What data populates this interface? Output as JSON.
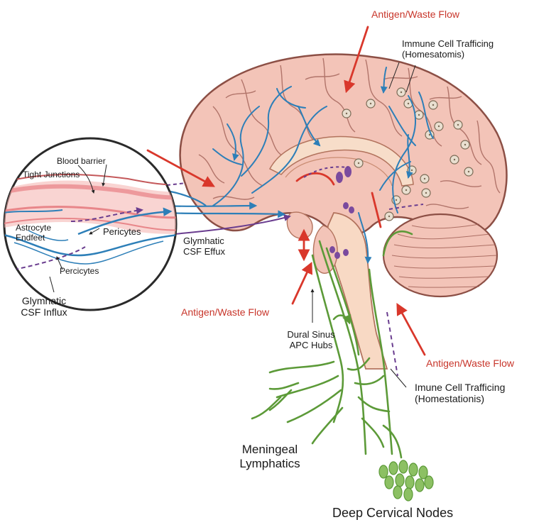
{
  "labels": {
    "antigen_top": "Antigen/Waste Flow",
    "immune_top_line1": "Immune Cell Trafficing",
    "immune_top_line2": "(Homesatomis)",
    "blood_barrier": "Blood barrier",
    "tight_junctions": "Tight Junctions",
    "astrocyte_line1": "Astrocyte",
    "astrocyte_line2": "Endfeet",
    "pericytes": "Pericytes",
    "percicytes": "Percicytes",
    "glymhatic_influx_line1": "Glymhatic",
    "glymhatic_influx_line2": "CSF Influx",
    "glymhatic_efflux_line1": "Glymhatic",
    "glymhatic_efflux_line2": "CSF Effux",
    "antigen_left": "Antigen/Waste Flow",
    "dural_line1": "Dural Sinus",
    "dural_line2": "APC Hubs",
    "antigen_right": "Antigen/Waste Flow",
    "immune_bottom_line1": "Imune Cell Trafficing",
    "immune_bottom_line2": "(Homestationis)",
    "meningeal_line1": "Meningeal",
    "meningeal_line2": "Lymphatics",
    "deep_cervical": "Deep Cervical Nodes"
  },
  "colors": {
    "brain_fill": "#f3c4b8",
    "brain_outline": "#8c4f45",
    "csf_blue": "#2d7fb8",
    "waste_red": "#d9372b",
    "immune_purple": "#6a3d8f",
    "lymphatic_green": "#5c9a38",
    "node_green": "#8cc063",
    "vessel_pink": "#e8868a"
  }
}
